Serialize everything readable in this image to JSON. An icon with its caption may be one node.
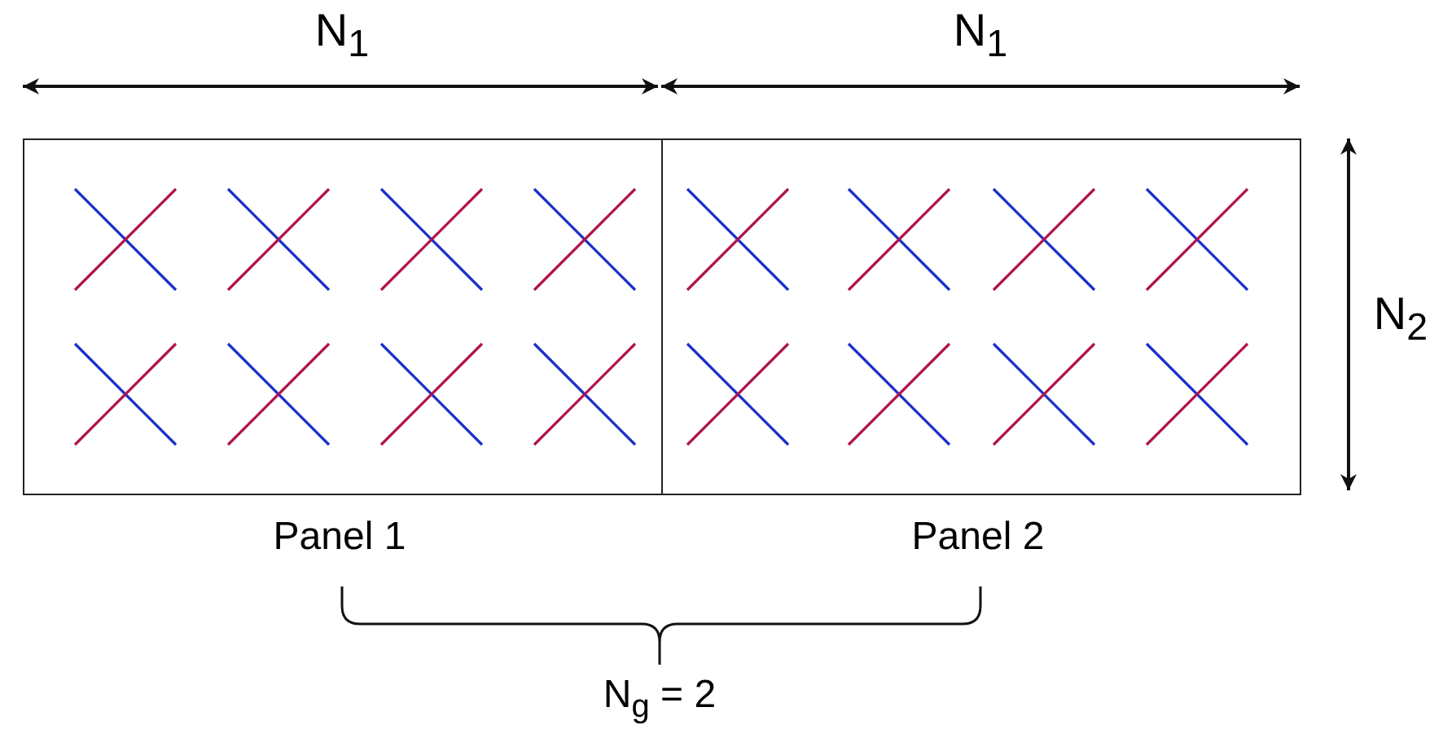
{
  "diagram": {
    "nodes": [
      {
        "text": [
          "Panel 1"
        ]
      },
      {
        "text": [
          "Panel 2"
        ]
      }
    ],
    "labels": [
      "N$_{1}$",
      "N$_{1}$",
      "N$_{2}$",
      "N$_{g}$ = 2"
    ]
  }
}
